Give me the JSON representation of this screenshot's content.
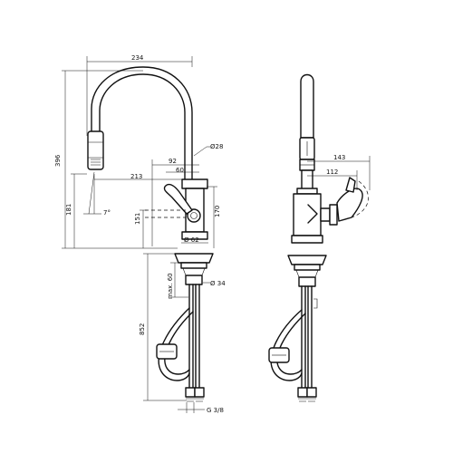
{
  "dimensions": {
    "width_234": "234",
    "height_396": "396",
    "dia_28": "Ø28",
    "d_92": "92",
    "d_60": "60",
    "d_213": "213",
    "d_181": "181",
    "angle_7": "7°",
    "d_151": "151",
    "d_170": "170",
    "dia_62": "Ø 62",
    "max_60": "max. 60",
    "dia_34": "Ø 34",
    "d_852": "852",
    "thread": "G 3/8",
    "d_143": "143",
    "d_112": "112"
  }
}
